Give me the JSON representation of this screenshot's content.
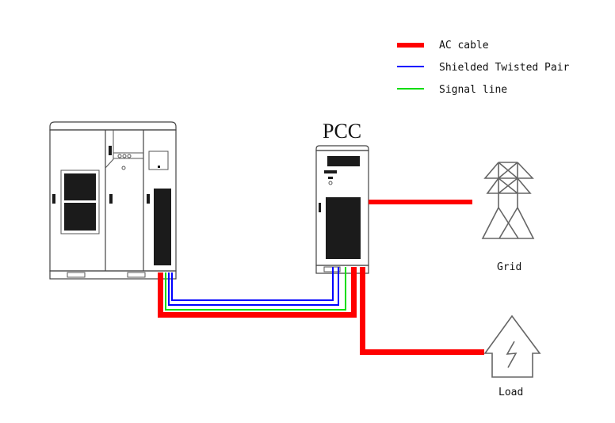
{
  "legend": {
    "items": [
      {
        "label": "AC cable",
        "color": "#ff0000"
      },
      {
        "label": "Shielded Twisted Pair",
        "color": "#0000ff"
      },
      {
        "label": "Signal line",
        "color": "#00dd00"
      }
    ]
  },
  "nodes": {
    "pcc": {
      "title": "PCC"
    },
    "grid": {
      "label": "Grid"
    },
    "load": {
      "label": "Load"
    }
  },
  "colors": {
    "ac_cable": "#ff0000",
    "shielded_twisted_pair": "#0000ff",
    "signal_line": "#00dd00",
    "outline": "#444444"
  }
}
